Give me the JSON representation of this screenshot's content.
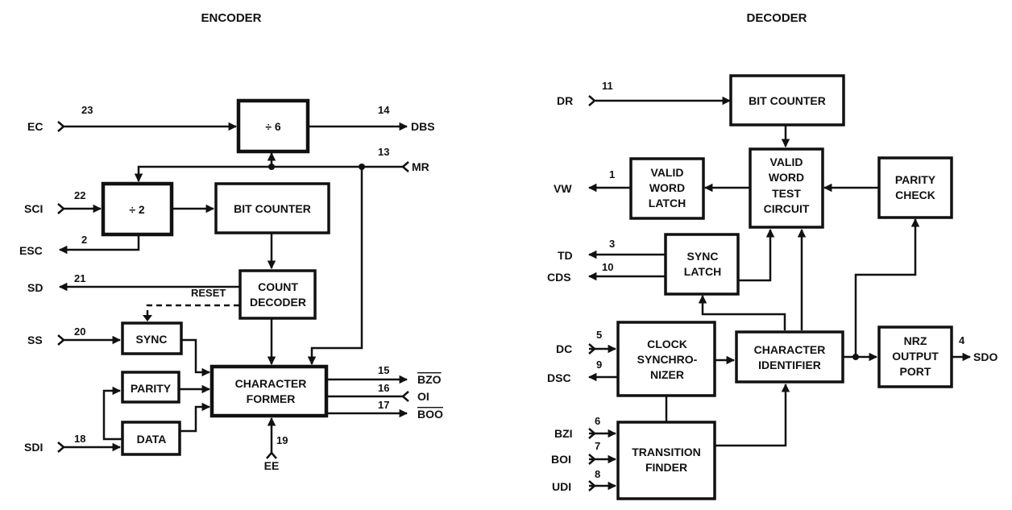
{
  "encoder": {
    "title": "ENCODER",
    "blocks": {
      "div6": "÷ 6",
      "div2": "÷ 2",
      "bit_counter": "BIT COUNTER",
      "count_decoder": [
        "COUNT",
        "DECODER"
      ],
      "sync": "SYNC",
      "parity": "PARITY",
      "data": "DATA",
      "character_former": [
        "CHARACTER",
        "FORMER"
      ]
    },
    "signals": {
      "ec": {
        "name": "EC",
        "pin": "23"
      },
      "dbs": {
        "name": "DBS",
        "pin": "14"
      },
      "mr": {
        "name": "MR",
        "pin": "13"
      },
      "sci": {
        "name": "SCI",
        "pin": "22"
      },
      "esc": {
        "name": "ESC",
        "pin": "2"
      },
      "sd": {
        "name": "SD",
        "pin": "21"
      },
      "ss": {
        "name": "SS",
        "pin": "20"
      },
      "sdi": {
        "name": "SDI",
        "pin": "18"
      },
      "bzo": {
        "name": "BZO",
        "pin": "15"
      },
      "oi": {
        "name": "OI",
        "pin": "16"
      },
      "boo": {
        "name": "BOO",
        "pin": "17"
      },
      "ee": {
        "name": "EE",
        "pin": "19"
      }
    },
    "reset_label": "RESET"
  },
  "decoder": {
    "title": "DECODER",
    "blocks": {
      "bit_counter": "BIT COUNTER",
      "valid_word_latch": [
        "VALID",
        "WORD",
        "LATCH"
      ],
      "valid_word_test": [
        "VALID",
        "WORD",
        "TEST",
        "CIRCUIT"
      ],
      "parity_check": [
        "PARITY",
        "CHECK"
      ],
      "sync_latch": [
        "SYNC",
        "LATCH"
      ],
      "clock_sync": [
        "CLOCK",
        "SYNCHRO-",
        "NIZER"
      ],
      "character_identifier": [
        "CHARACTER",
        "IDENTIFIER"
      ],
      "nrz_output": [
        "NRZ",
        "OUTPUT",
        "PORT"
      ],
      "transition_finder": [
        "TRANSITION",
        "FINDER"
      ]
    },
    "signals": {
      "dr": {
        "name": "DR",
        "pin": "11"
      },
      "vw": {
        "name": "VW",
        "pin": "1"
      },
      "td": {
        "name": "TD",
        "pin": "3"
      },
      "cds": {
        "name": "CDS",
        "pin": "10"
      },
      "dc": {
        "name": "DC",
        "pin": "5"
      },
      "dsc": {
        "name": "DSC",
        "pin": "9"
      },
      "bzi": {
        "name": "BZI",
        "pin": "6"
      },
      "boi": {
        "name": "BOI",
        "pin": "7"
      },
      "udi": {
        "name": "UDI",
        "pin": "8"
      },
      "sdo": {
        "name": "SDO",
        "pin": "4"
      }
    }
  }
}
